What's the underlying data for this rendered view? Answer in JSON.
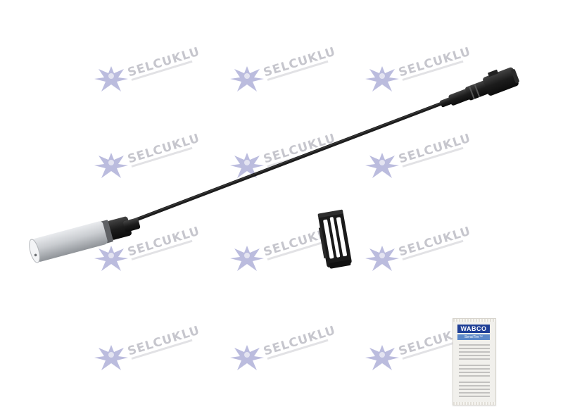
{
  "watermark": {
    "text": "SELCUKLU",
    "color": "#8486c4",
    "instances": 12
  },
  "packet": {
    "brand": "WABCO",
    "product": "SensiTire™",
    "brand_color": "#1f3f96"
  },
  "product": {
    "items": [
      "abs-sensor-with-cable",
      "sensor-clamping-bushing",
      "grease-packet"
    ],
    "cable_color": "#1c1c1c",
    "sensor_color": "#c9ccd0"
  }
}
